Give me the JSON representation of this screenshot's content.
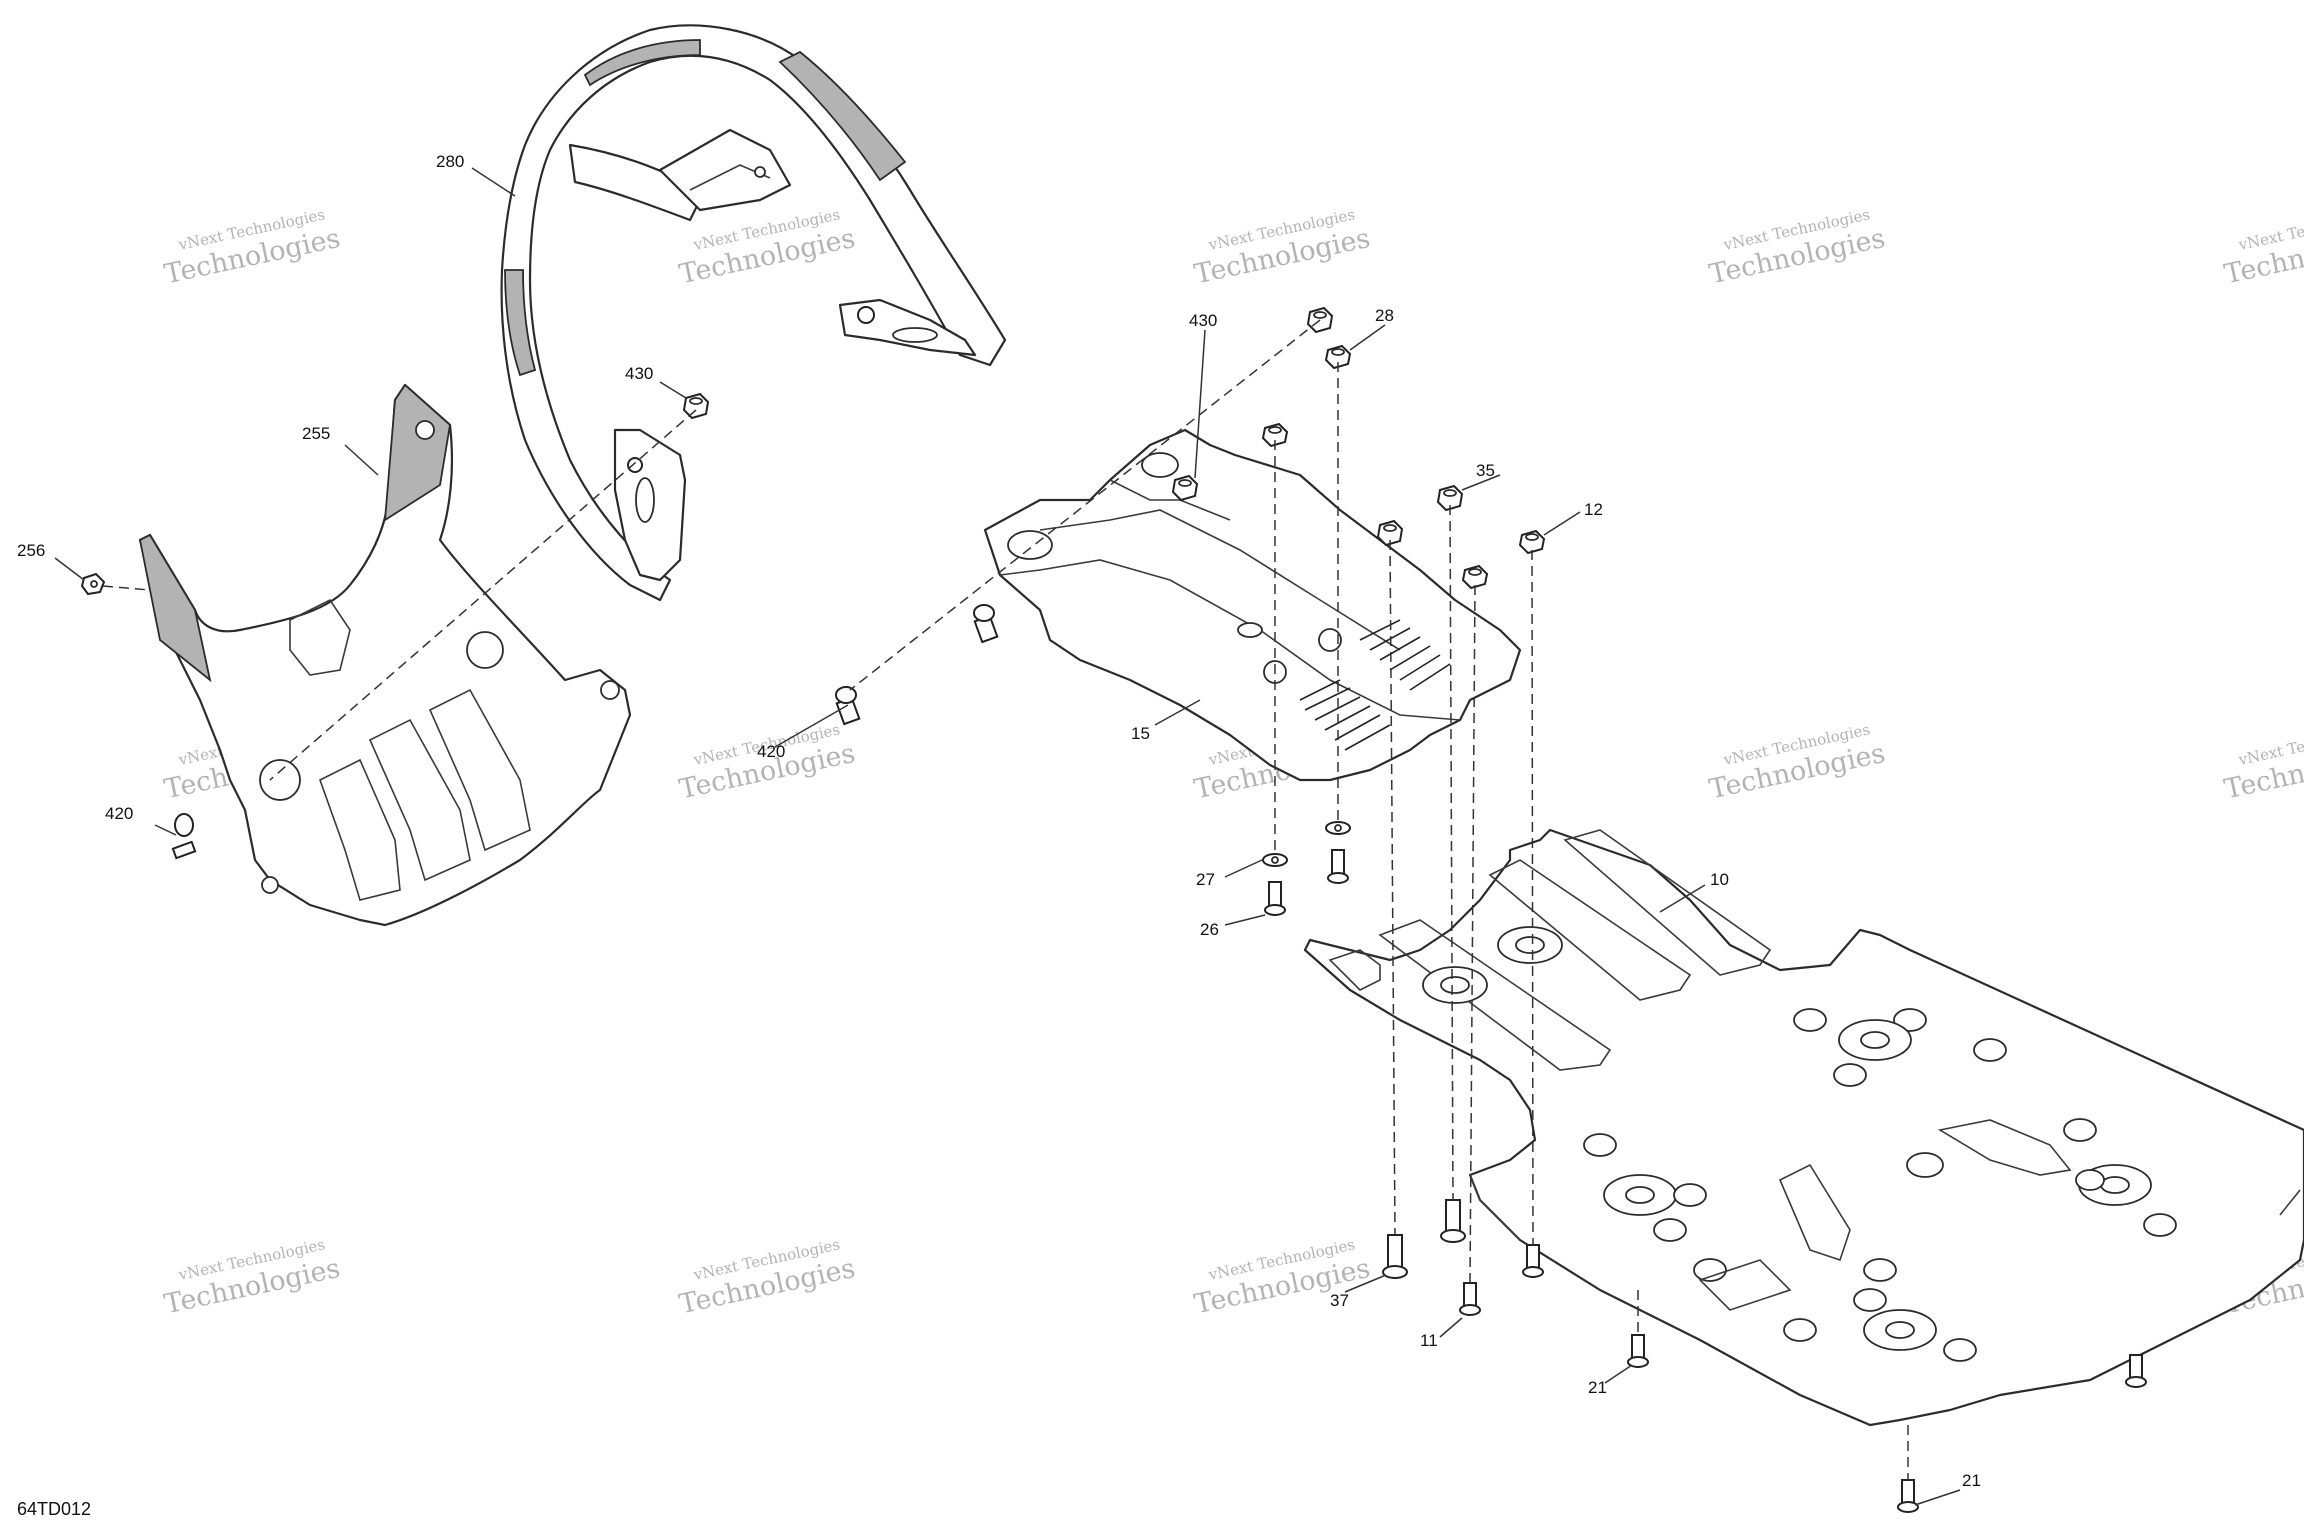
{
  "diagram": {
    "reference_code": "64TD012",
    "watermark": {
      "line1": "vNext Technologies",
      "line2": "Technologies"
    },
    "callouts": {
      "c280": "280",
      "c255": "255",
      "c256": "256",
      "c430a": "430",
      "c430b": "430",
      "c420a": "420",
      "c420b": "420",
      "c28": "28",
      "c35": "35",
      "c12": "12",
      "c15": "15",
      "c27": "27",
      "c26": "26",
      "c10": "10",
      "c37": "37",
      "c11": "11",
      "c21a": "21",
      "c21b": "21"
    }
  }
}
